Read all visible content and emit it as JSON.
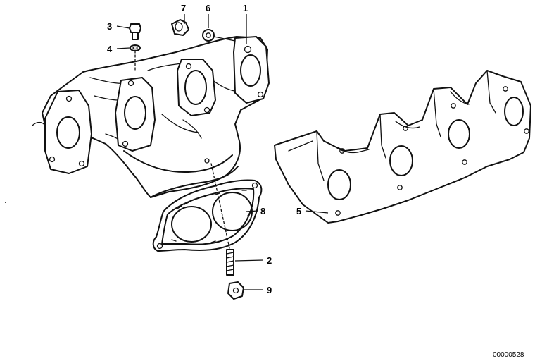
{
  "callouts": [
    {
      "id": "c1",
      "text": "1"
    },
    {
      "id": "c2",
      "text": "2"
    },
    {
      "id": "c3",
      "text": "3"
    },
    {
      "id": "c4",
      "text": "4"
    },
    {
      "id": "c5",
      "text": "5"
    },
    {
      "id": "c6",
      "text": "6"
    },
    {
      "id": "c7",
      "text": "7"
    },
    {
      "id": "c8",
      "text": "8"
    },
    {
      "id": "c9",
      "text": "9"
    }
  ],
  "reference_number": "00000528"
}
